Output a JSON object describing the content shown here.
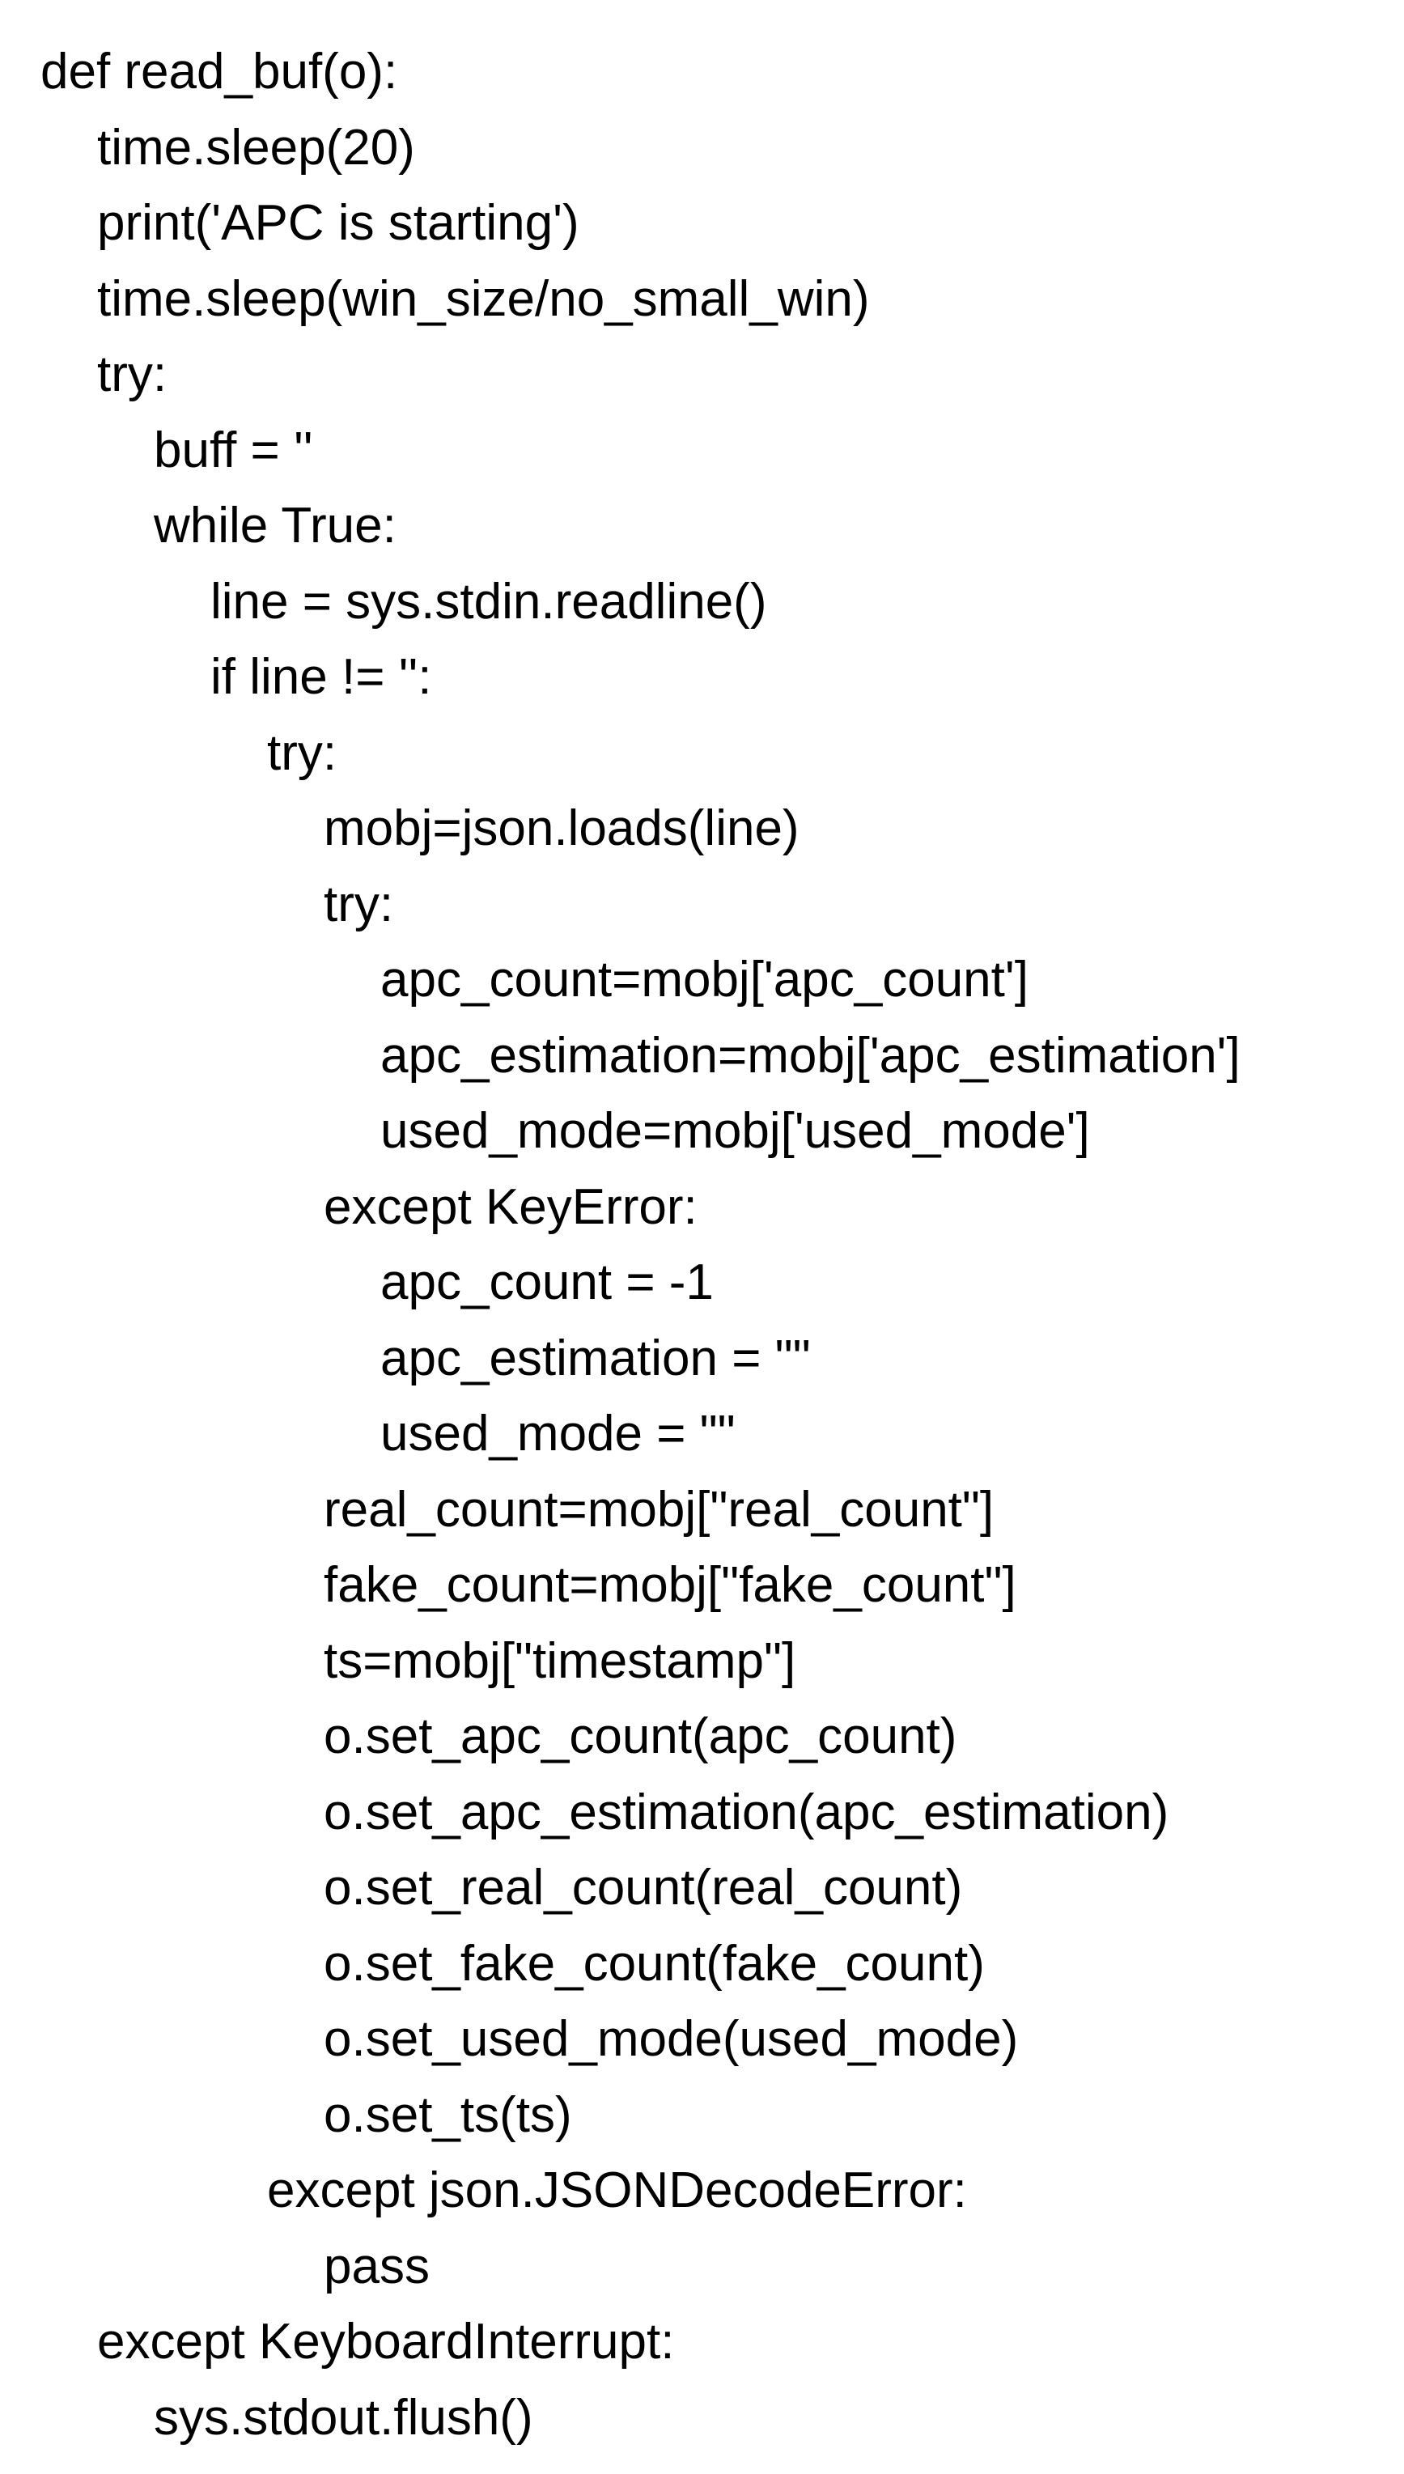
{
  "code_lines": [
    {
      "indent": 0,
      "text": "def read_buf(o):"
    },
    {
      "indent": 1,
      "text": "time.sleep(20)"
    },
    {
      "indent": 1,
      "text": "print('APC is starting')"
    },
    {
      "indent": 1,
      "text": "time.sleep(win_size/no_small_win)"
    },
    {
      "indent": 1,
      "text": "try:"
    },
    {
      "indent": 2,
      "text": "buff = ''"
    },
    {
      "indent": 2,
      "text": "while True:"
    },
    {
      "indent": 3,
      "text": "line = sys.stdin.readline()"
    },
    {
      "indent": 3,
      "text": "if line != '':"
    },
    {
      "indent": 4,
      "text": "try:"
    },
    {
      "indent": 5,
      "text": "mobj=json.loads(line)"
    },
    {
      "indent": 5,
      "text": "try:"
    },
    {
      "indent": 6,
      "text": "apc_count=mobj['apc_count']"
    },
    {
      "indent": 6,
      "text": "apc_estimation=mobj['apc_estimation']"
    },
    {
      "indent": 6,
      "text": "used_mode=mobj['used_mode']"
    },
    {
      "indent": 5,
      "text": "except KeyError:"
    },
    {
      "indent": 6,
      "text": "apc_count = -1"
    },
    {
      "indent": 6,
      "text": "apc_estimation = \"\""
    },
    {
      "indent": 6,
      "text": "used_mode = \"\""
    },
    {
      "indent": 5,
      "text": "real_count=mobj[\"real_count\"]"
    },
    {
      "indent": 5,
      "text": "fake_count=mobj[\"fake_count\"]"
    },
    {
      "indent": 5,
      "text": "ts=mobj[\"timestamp\"]"
    },
    {
      "indent": 5,
      "text": "o.set_apc_count(apc_count)"
    },
    {
      "indent": 5,
      "text": "o.set_apc_estimation(apc_estimation)"
    },
    {
      "indent": 5,
      "text": "o.set_real_count(real_count)"
    },
    {
      "indent": 5,
      "text": "o.set_fake_count(fake_count)"
    },
    {
      "indent": 5,
      "text": "o.set_used_mode(used_mode)"
    },
    {
      "indent": 5,
      "text": "o.set_ts(ts)"
    },
    {
      "indent": 4,
      "text": "except json.JSONDecodeError:"
    },
    {
      "indent": 5,
      "text": "pass"
    },
    {
      "indent": 1,
      "text": "except KeyboardInterrupt:"
    },
    {
      "indent": 2,
      "text": "sys.stdout.flush()"
    }
  ]
}
